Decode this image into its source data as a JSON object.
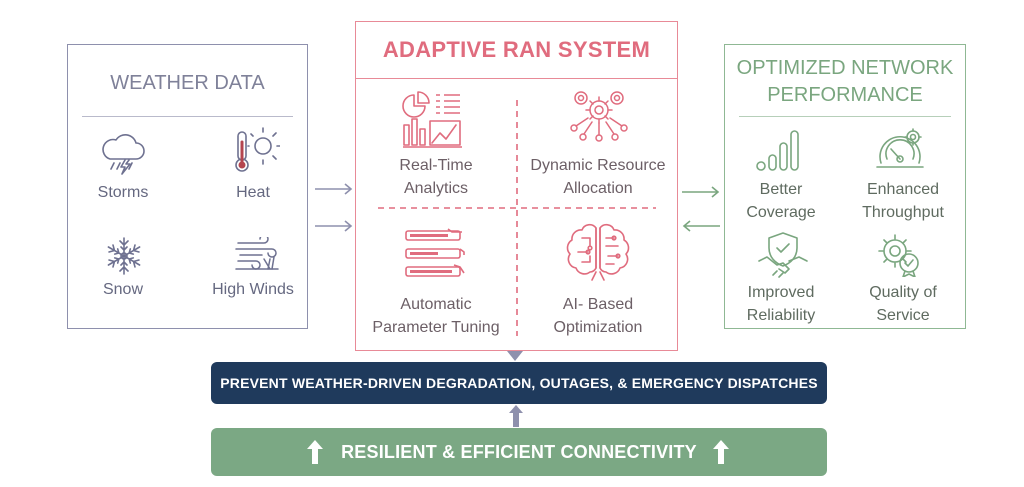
{
  "weather": {
    "title": "WEATHER DATA",
    "items": [
      {
        "label": "Storms",
        "icon": "storm-cloud-icon"
      },
      {
        "label": "Heat",
        "icon": "thermometer-sun-icon"
      },
      {
        "label": "Snow",
        "icon": "snowflake-icon"
      },
      {
        "label": "High Winds",
        "icon": "wind-icon"
      }
    ]
  },
  "ran": {
    "title": "ADAPTIVE RAN SYSTEM",
    "items": [
      {
        "label_line1": "Real-Time",
        "label_line2": "Analytics",
        "icon": "analytics-dashboard-icon"
      },
      {
        "label_line1": "Dynamic Resource",
        "label_line2": "Allocation",
        "icon": "gears-network-icon"
      },
      {
        "label_line1": "Automatic",
        "label_line2": "Parameter Tuning",
        "icon": "parameter-sliders-icon"
      },
      {
        "label_line1": "AI- Based",
        "label_line2": "Optimization",
        "icon": "brain-circuit-icon"
      }
    ]
  },
  "performance": {
    "title_line1": "OPTIMIZED NETWORK",
    "title_line2": "PERFORMANCE",
    "items": [
      {
        "label_line1": "Better",
        "label_line2": "Coverage",
        "icon": "signal-bars-icon"
      },
      {
        "label_line1": "Enhanced",
        "label_line2": "Throughput",
        "icon": "speed-gauge-icon"
      },
      {
        "label_line1": "Improved",
        "label_line2": "Reliability",
        "icon": "handshake-shield-icon"
      },
      {
        "label_line1": "Quality of",
        "label_line2": "Service",
        "icon": "quality-gear-icon"
      }
    ]
  },
  "banner": "PREVENT WEATHER-DRIVEN DEGRADATION, OUTAGES, & EMERGENCY DISPATCHES",
  "footer": "RESILIENT & EFFICIENT CONNECTIVITY",
  "colors": {
    "weather": "#8e90ad",
    "ran": "#e06c7e",
    "performance": "#7aa67f",
    "banner": "#1f3a5c",
    "footer": "#7ba884"
  }
}
